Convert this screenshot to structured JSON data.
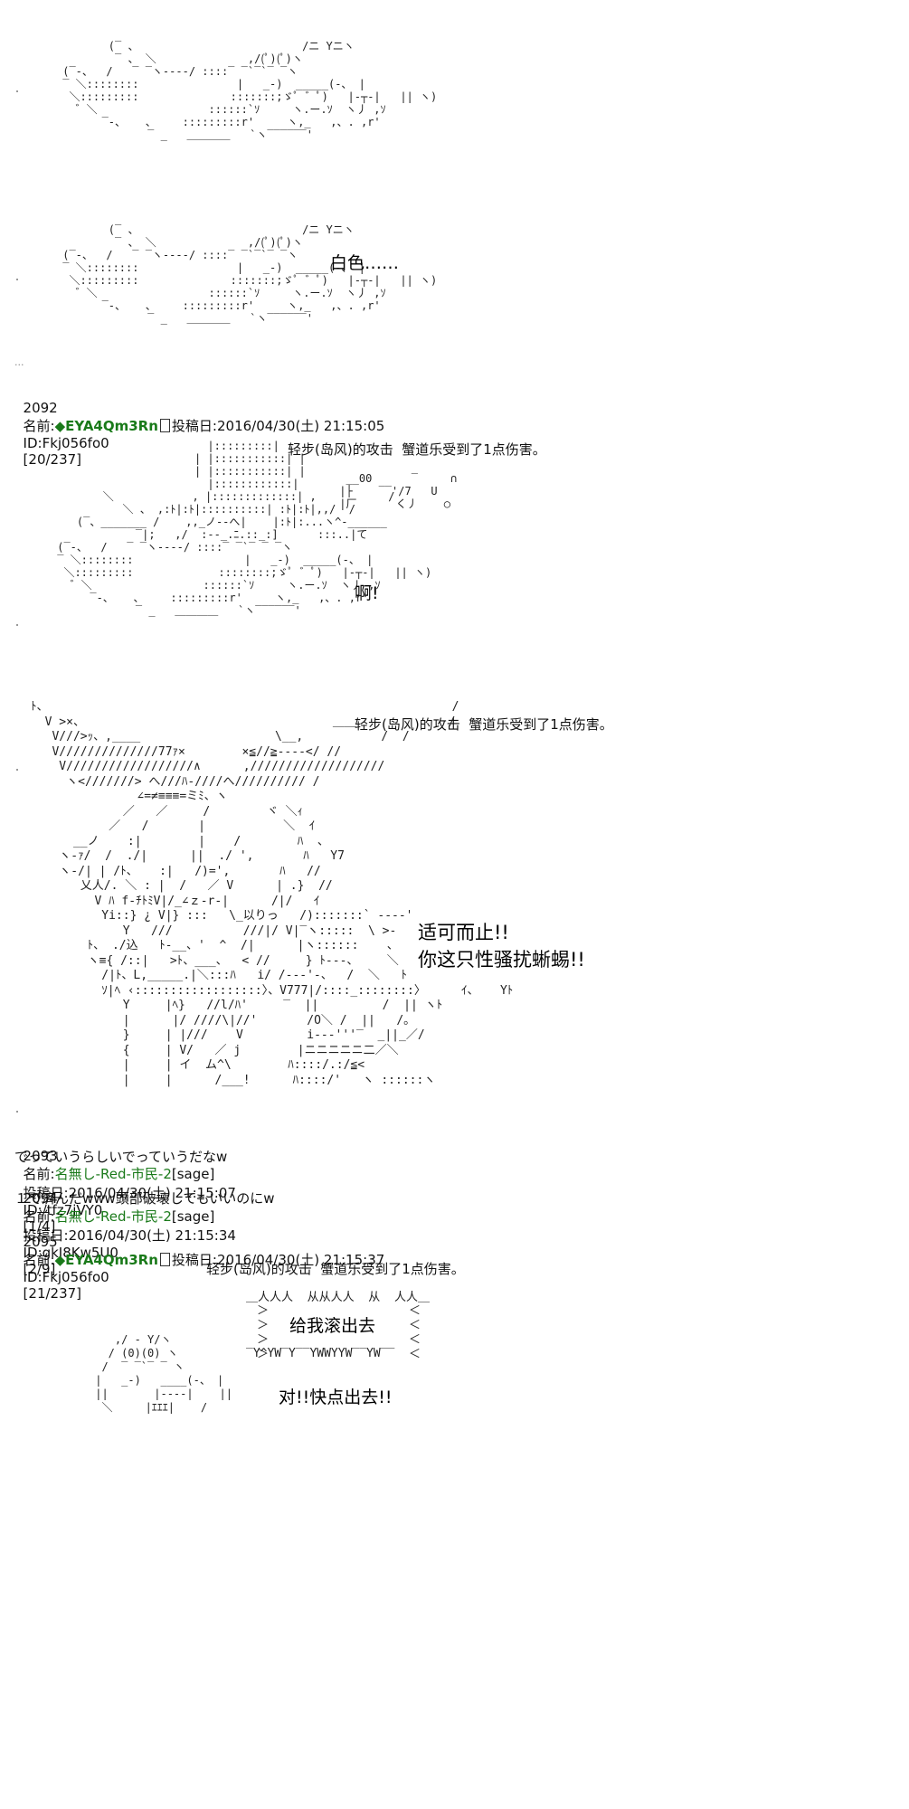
{
  "panel1": {
    "crab_art": "        (‾ 、                         /ニ Yニヽ\n         ‾ 、 ＼              ,/(ﾟ)(ﾟ)ヽ\n (‾‐、  /   ‾ ‾ヽ‐‐‐‐/ ::::‾ ‾`‾`‾ ‾ヽ\n ‾ ＼::::::::               |   _-)  _____(‐、 |\n  ＼:::::::::              :::::::;ゞﾟ ゛ﾟ)   |‐┬‐|   || ヽ)\n   ゛＼                 ::::::`ｿ     ヽ.ー.ｿ  ヽ丿 ,ｿ\n       ‾‐、   、    :::::::::r'     ヽ,_   ,、. ,r'\n              ‾ _   ＿＿＿＿   `ヽ‾‾‾‾‾‾'"
  },
  "panel2": {
    "crab_art": "        (‾ 、                         /ニ Yニヽ\n         ‾ 、 ＼              ,/(ﾟ)(ﾟ)ヽ\n (‾‐、  /   ‾ ‾ヽ‐‐‐‐/ ::::‾ ‾`‾`‾ ‾ヽ\n ‾ ＼::::::::               |   _-)  _____(‐、 |\n  ＼:::::::::              :::::::;ゞﾟ ゛ﾟ)   |‐┬‐|   || ヽ)\n   ゛＼                 ::::::`ｿ     ヽ.ー.ｿ  ヽ丿 ,ｿ\n       ‾‐、   、    :::::::::r'     ヽ,_   ,、. ,r'\n              ‾ _   ＿＿＿＿   `ヽ‾‾‾‾‾‾'",
    "dialogue": "白色……",
    "ellipsis": "..."
  },
  "post2092": {
    "number": "2092",
    "name_label": "名前:",
    "trip": "◆EYA4Qm3Rn",
    "posted_label": "投稿日:",
    "datetime": "2016/04/30(土) 21:15:05",
    "id": "ID:Fkj056fo0",
    "count": "[20/237]",
    "narration": "轻步(岛风)的攻击  蟹道乐受到了1点伤害。",
    "sfx_art": "  __00      ‾     ∩\n |├    ‾‾'/7   U\n |厂      く丿    ○",
    "tower_art": "                        |:::::::::|\n                      | |:::::::::::| |\n                      | |:::::::::::| |\n                        |::::::::::::|\n        ＼            , |:::::::::::::| ,           /\n           ＼ 、 ,:ﾄ|:ﾄ|::::::::::| :ﾄ|:ﾄ|,,/  /\n    (‾、_______ /    ,,_ノ‐‐へ|    |:ﾄ|:...ヽ^‐______\n             ‾|;   ,/  :‐‐_.ﾆ.::_:]      :::..|て\n (‾‐、  /   ‾ ‾ヽ‐‐‐‐/ ::::‾ ‾`‾ ‾ ‾ヽ\n ‾ ＼::::::::                 |   _-)  _____(‐、 |\n  ＼:::::::::             ::::::::;ゞﾟ ゛ﾟ)   |‐┬‐|   || ヽ)\n   ゛＼                 ::::::`ｿ     ヽ.ー.ｿ  ヽ丿 ,ｿ\n      ‾‐、   、    :::::::::r'     ヽ,_   ,、. ,r'\n             ‾ _   ＿＿＿＿   `ヽ‾‾‾‾‾‾'",
    "dialogue": "啊!"
  },
  "panel4": {
    "narration": "轻步(岛风)的攻击  蟹道乐受到了1点伤害。",
    "girl_art": "ﾄ、                                                         /\n  V >×、                                   ＿＿             /\n   V///>ｯ、,____                   \\__,           /  /\n   V//////////////77ｧ×        ×≦//≧‐‐‐‐</ //\n    V//////////////////∧      ,///////////////////\n     ヽ<///////> へ///ﾊ‐////へ////////// /\n               ∠=≠≡≡≡=ミﾐ、ヽ\n             ／   ／     /        ヾ ＼ｨ\n           ／   /       |           ＼  ｲ\n      __ノ    :|        |    /        ﾊ  、\n    ヽ‐ｧ/  /  ./|      ||  ./ ',       ﾊ   Y7\n    ヽ‐/| | /ﾄ、   :|   /)=',       ﾊ   //\n       乂人/. ＼ : |  /   ／ V      | .}  //\n         V ﾊ f‐ﾁﾄﾐV|/_∠ｚ‐r‐|      /|/   ｲ\n          Yi::} ¿ V|} :::   \\_以りっ   /):::::::` ‐‐‐‐'\n             Y   ///          ///|/ V|‾ヽ:::::  \\ >‐ \n        ﾄ、 ./込   ﾄ-__、'  ^  /|      |ヽ::::::    、\n        ヽ≡{ /::|   >ﾄ、___、  < //     } ﾄ‐‐‐、    ＼\n          /|ﾄ、L,_____.|＼:::ﾊ   i/ /‐‐‐'‐、  /  ＼   ﾄ\n          ｿ|ﾍ ‹::::::::::::::::::〉、V777|/::::_::::::::〉     ｲ、   Yﾄ\n             Y     |ﾍ}   //l/ﾊ'     ‾  ||         /  || ヽﾄ\n             |      |/ ////\\|//'       /O＼ /  ||   /。\n             }     | |///    V         i‐‐‐'''‾  _||_／/\n             {     | V/   ／ j        |ニニニニニ二／＼\n             |     | イ  ム^\\        ﾊ::::/.:/≦<\n             |     |      /___!      ﾊ::::/'   ヽ ::::::ヽ",
    "dialogue_line1": "适可而止!!",
    "dialogue_line2": "你这只性骚扰蜥蜴!!"
  },
  "post2093": {
    "number": "2093",
    "name_label": "名前:",
    "name": "名無し-Red-市民-2",
    "sage": "[sage]",
    "posted_label": "投稿日:",
    "datetime": "2016/04/30(土) 21:15:07",
    "id": "ID:/tfz7jVY0",
    "count": "[1/4]",
    "body": "でっていうらしいでっていうだなw"
  },
  "post2094": {
    "number": "2094",
    "name_label": "名前:",
    "name": "名無し-Red-市民-2",
    "sage": "[sage]",
    "posted_label": "投稿日:",
    "datetime": "2016/04/30(土) 21:15:34",
    "id": "ID:gkJ8Kw5U0",
    "count": "[2/9]",
    "body": "１で済んだwww頭部破壊してもいいのにw"
  },
  "post2095": {
    "number": "2095",
    "name_label": "名前:",
    "trip": "◆EYA4Qm3Rn",
    "posted_label": "投稿日:",
    "datetime": "2016/04/30(土) 21:15:37",
    "id": "ID:Fkj056fo0",
    "count": "[21/237]",
    "narration": "轻步(岛风)的攻击  蟹道乐受到了1点伤害。",
    "shout_top": "＿人人人  从从人人  从  人人＿",
    "shout_text": "给我滚出去",
    "shout_bottom": "‾Y^YW‾Y‾‾YWWYYW‾‾YW‾‾",
    "small_crab_art": "    ,/ ‐ Y/ヽ\n   / (0)(0) ヽ\n  /  ‾ ‾`‾ ‾ ヽ\n |   _-)   ____(‐、 |\n ||       |‐‐‐‐|    ||\n  ＼     |ｴｴｴ|    /",
    "dialogue": "对!!快点出去!!"
  }
}
